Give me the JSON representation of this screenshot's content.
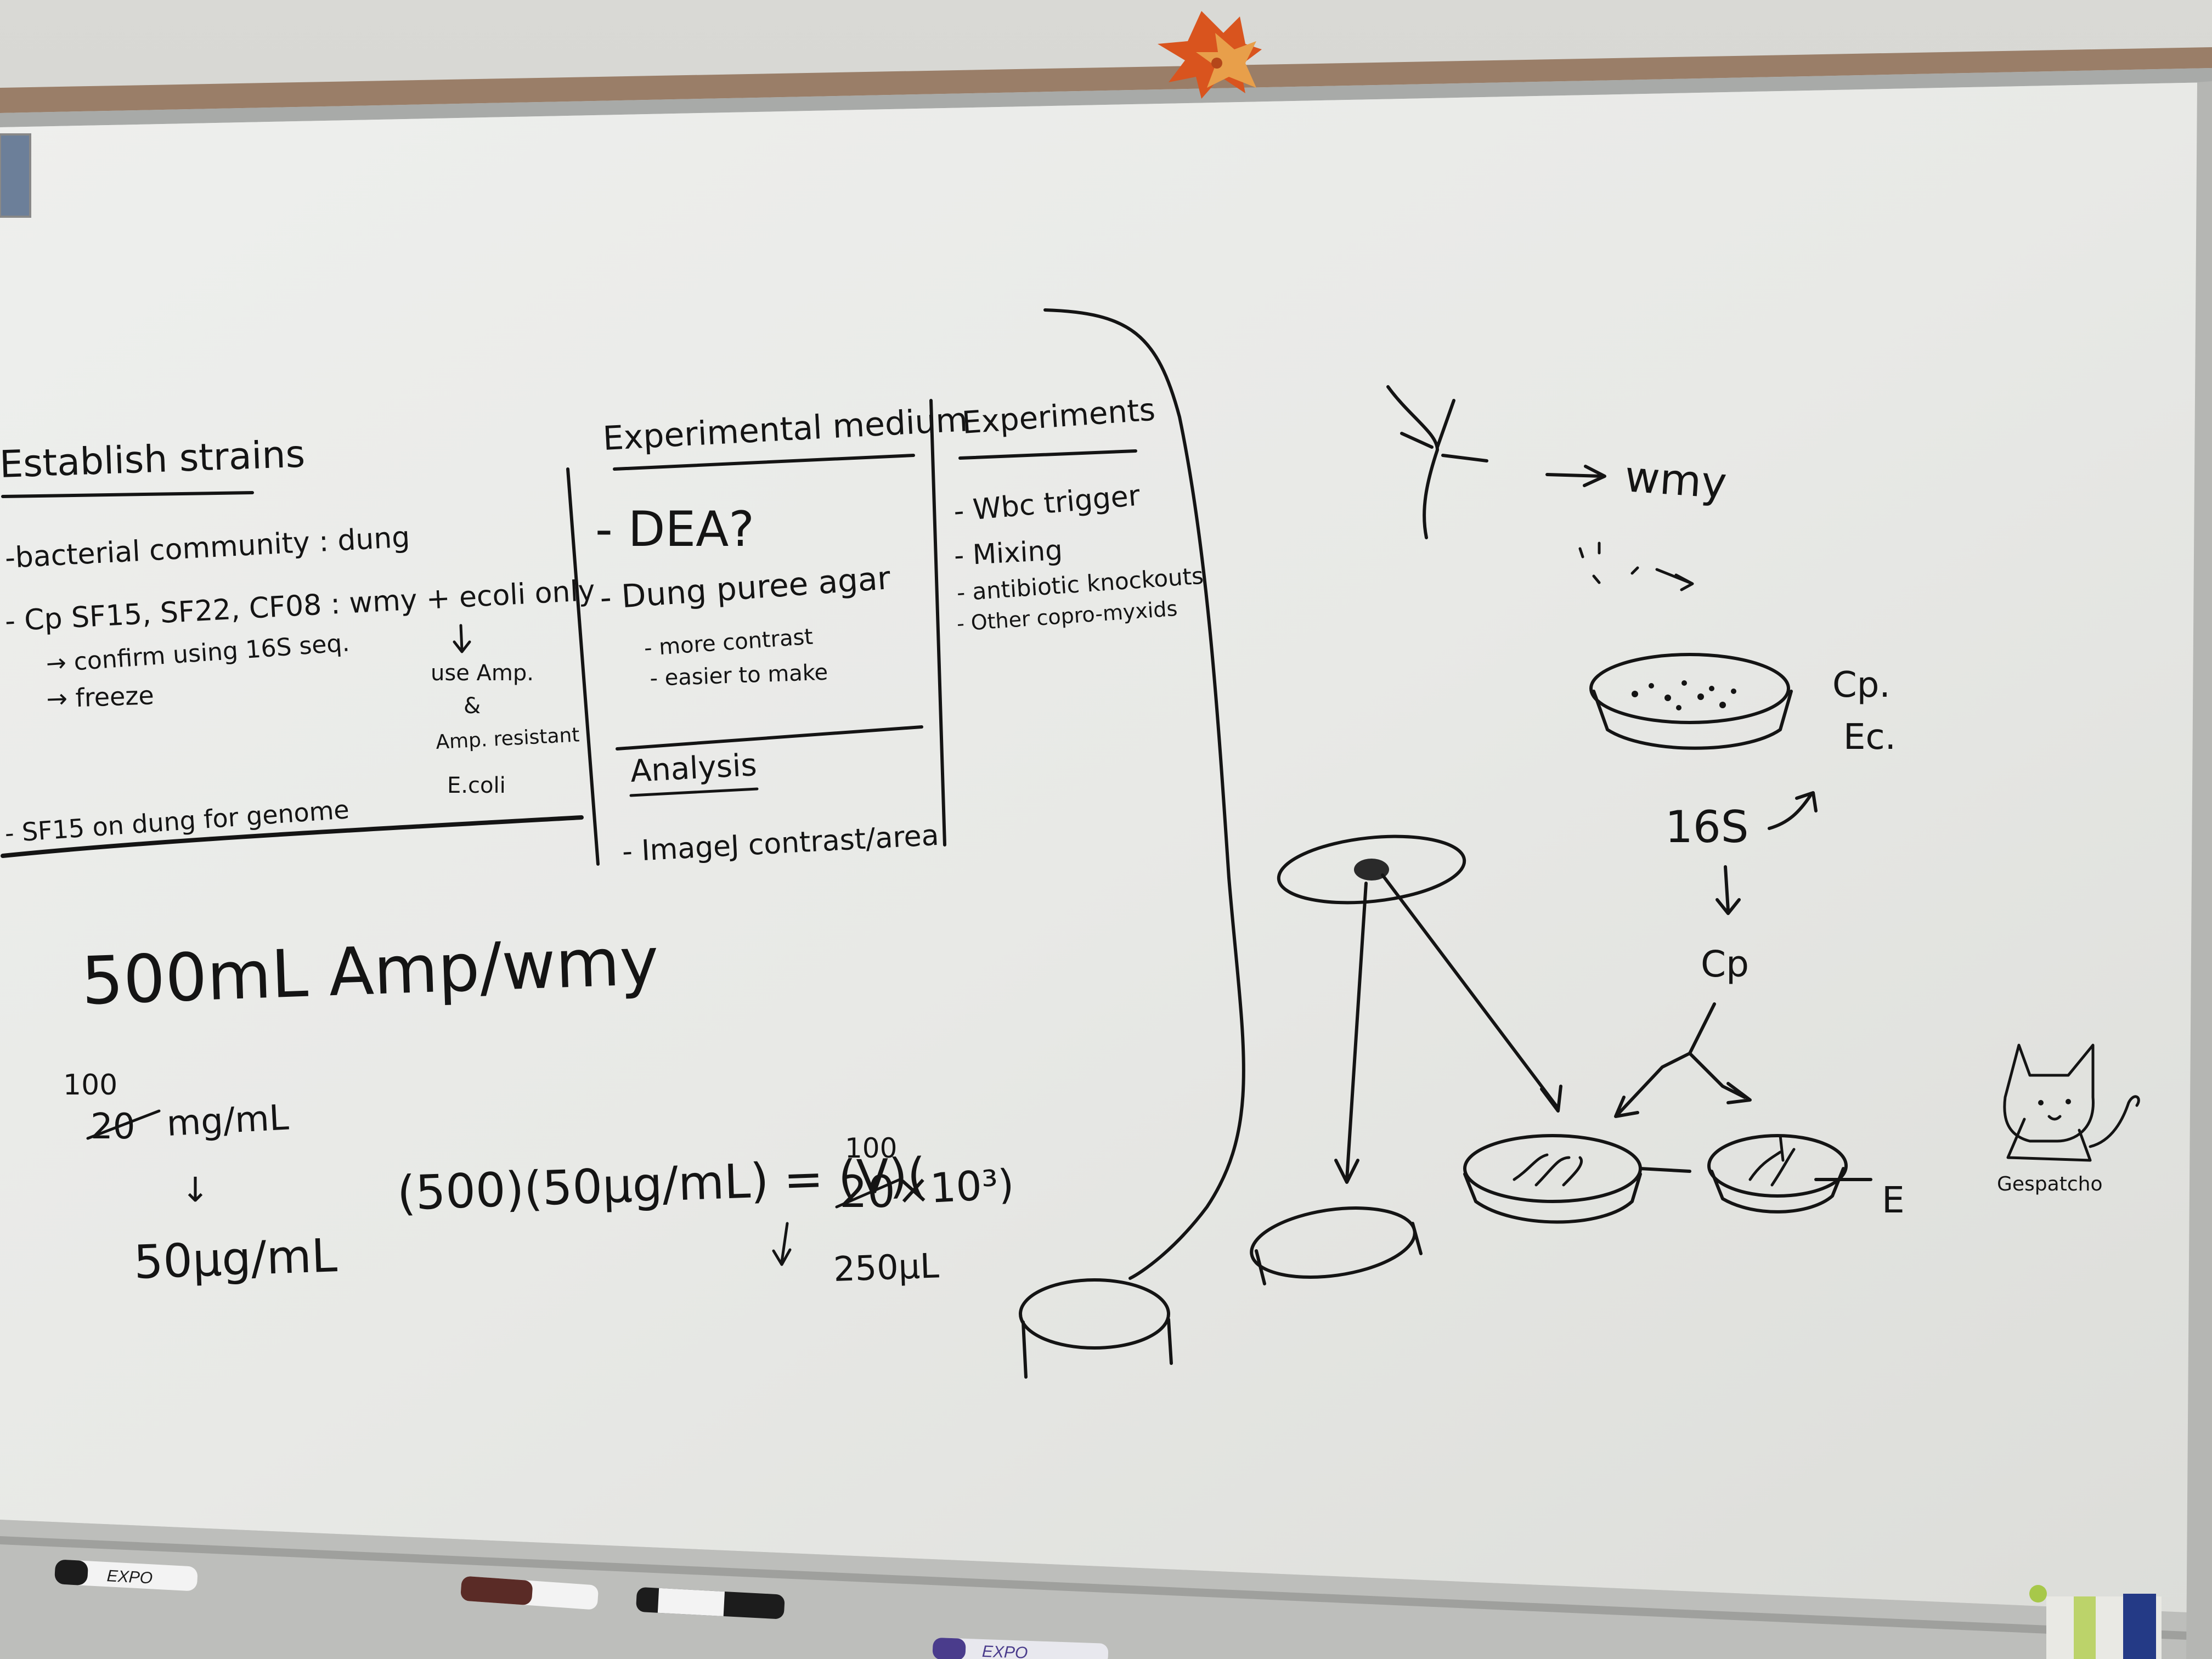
{
  "board": {
    "colors": {
      "wall": "#d2d2ce",
      "board_surface": "#ebecea",
      "cork_strip": "#9a7e68",
      "ink": "#141414",
      "maple_leaf": "#d9541e"
    }
  },
  "establish_strains": {
    "heading": "Establish strains",
    "line1": "-bacterial community : dung",
    "line2": "- Cp SF15, SF22, CF08 : wmy + ecoli only",
    "line3": "→ confirm using 16S seq.",
    "line4": "→ freeze",
    "note1": "use Amp.",
    "note2": "&",
    "note3": "Amp. resistant",
    "note4": "E.coli",
    "line5": "- SF15 on dung for genome"
  },
  "experimental_medium": {
    "heading": "Experimental medium",
    "item1": "- DEA?",
    "item2": "- Dung puree agar",
    "sub1": "- more contrast",
    "sub2": "- easier to make"
  },
  "analysis": {
    "heading": "Analysis",
    "item1": "- ImageJ contrast/area"
  },
  "experiments": {
    "heading": "Experiments",
    "item1": "- Wbc trigger",
    "item2": "- Mixing",
    "item3": "- antibiotic knockouts",
    "item4": "- Other copro-myxids"
  },
  "calc": {
    "main": "500mL Amp/wmy",
    "old_value": "20",
    "new_value": "100",
    "conc": "mg/mL",
    "arrow": "↓",
    "result_conc": "50μg/mL",
    "eq_left": "(500)(50μg/mL) = (V)(",
    "eq_old": "20",
    "eq_new": "100",
    "eq_right": "×10³)",
    "eq_result": "250μL"
  },
  "diagram": {
    "wmy_label": "wmy",
    "cp_label": "Cp.",
    "ec_label": "Ec.",
    "seq_label": "16S",
    "cp_label2": "Cp",
    "e_label": "E",
    "cat_name": "Gespatcho"
  },
  "markers": {
    "label1": "EXPO",
    "label2": "EXPO"
  }
}
